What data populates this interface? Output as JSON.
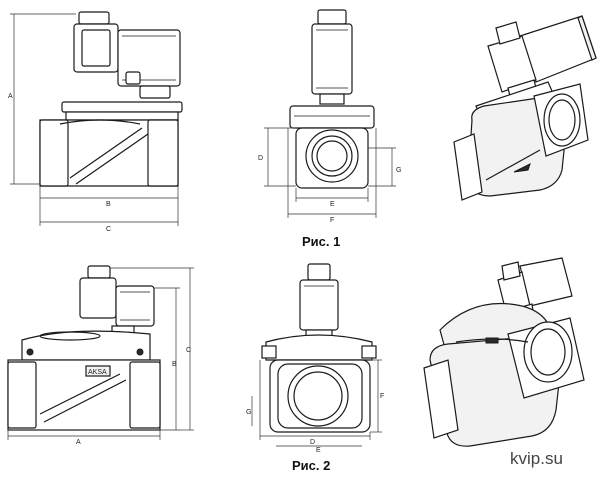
{
  "figures": [
    {
      "caption": "Рис. 1",
      "dims_front": [
        "A",
        "B",
        "C"
      ],
      "dims_side": [
        "D",
        "E",
        "F",
        "G"
      ]
    },
    {
      "caption": "Рис. 2",
      "dims_front": [
        "A",
        "B",
        "C"
      ],
      "dims_side": [
        "D",
        "E",
        "F",
        "G"
      ]
    }
  ],
  "nameplate": "AKSA",
  "watermark": "kvip.su"
}
